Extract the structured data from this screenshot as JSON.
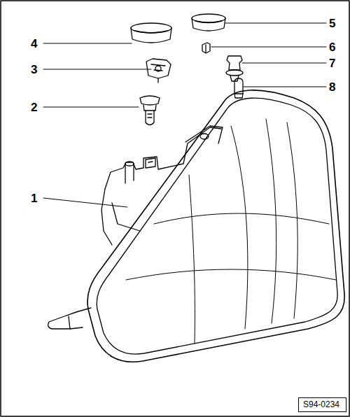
{
  "diagram": {
    "nodes": [
      {
        "text": [
          "S94-0234"
        ]
      }
    ],
    "labels": [
      "4",
      "5",
      "6",
      "3",
      "7",
      "8",
      "2",
      "1"
    ]
  }
}
